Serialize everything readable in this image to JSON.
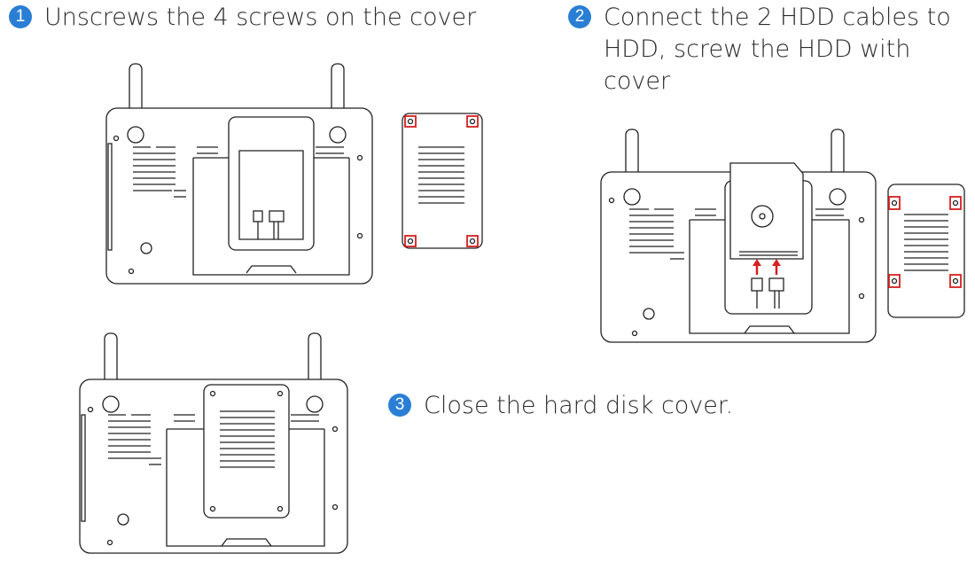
{
  "badge_color": "#2a7fd4",
  "accent_red": "#d42020",
  "steps": [
    {
      "number": "1",
      "text": "Unscrews the 4 screws on the cover"
    },
    {
      "number": "2",
      "text": "Connect the 2 HDD cables to HDD, screw the HDD with cover"
    },
    {
      "number": "3",
      "text": "Close the hard disk cover."
    }
  ]
}
